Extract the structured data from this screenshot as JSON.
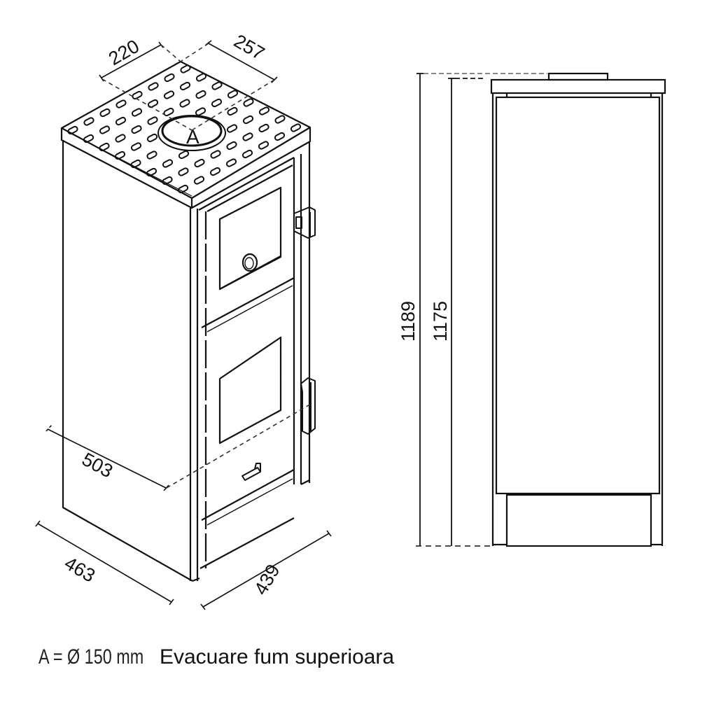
{
  "drawing": {
    "title": "Stove dimensional drawing",
    "units": "mm",
    "line_color": "#111111",
    "dash_color": "#555555",
    "background": "#ffffff"
  },
  "isometric_view": {
    "flue_label": "A",
    "dimensions": {
      "flue_offset_left": "220",
      "flue_offset_right": "257",
      "depth_with_handle": "503",
      "side_depth": "463",
      "front_width": "439"
    }
  },
  "side_view": {
    "dimensions": {
      "total_height": "1189",
      "body_height": "1175"
    }
  },
  "caption": {
    "symbol_part": "A = Ø 150 mm",
    "description": "Evacuare fum superioara"
  }
}
